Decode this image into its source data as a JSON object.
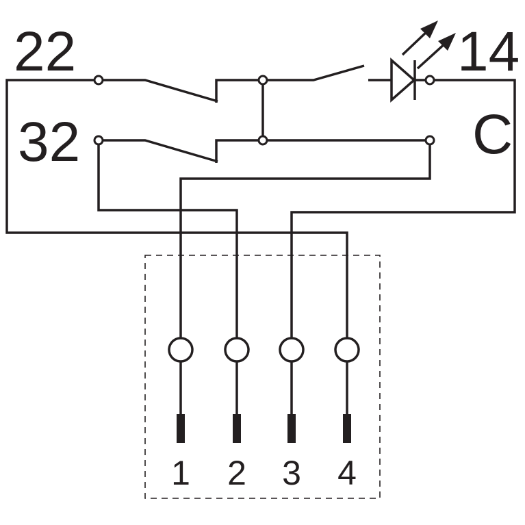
{
  "terminals": {
    "nc_contact_1": "22",
    "nc_contact_2": "32",
    "no_contact": "14",
    "common": "C"
  },
  "connector": {
    "pins": [
      {
        "label": "1"
      },
      {
        "label": "2"
      },
      {
        "label": "3"
      },
      {
        "label": "4"
      }
    ]
  },
  "components": {
    "indicator": "led-icon"
  }
}
